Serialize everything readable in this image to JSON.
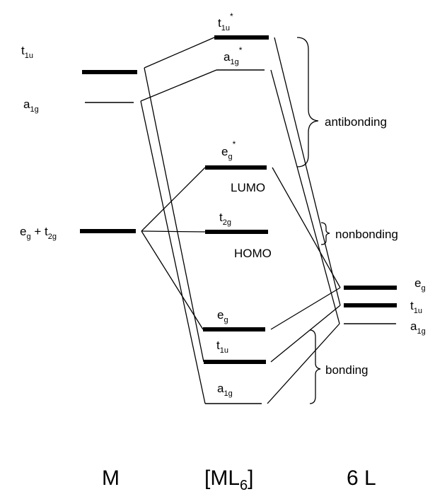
{
  "columns": [
    {
      "id": "metal",
      "label": "M"
    },
    {
      "id": "complex",
      "label_main": "[ML",
      "label_sub": "6",
      "label_end": "]"
    },
    {
      "id": "ligands",
      "label": "6 L"
    }
  ],
  "levels": {
    "m_t1u": {
      "main": "t",
      "sub": "1u",
      "sup": ""
    },
    "m_a1g": {
      "main": "a",
      "sub": "1g",
      "sup": ""
    },
    "m_egt2g": {
      "main1": "e",
      "sub1": "g",
      "plus": " + t",
      "sub2": "2g"
    },
    "c_t1u_star": {
      "main": "t",
      "sub": "1u",
      "sup": "*"
    },
    "c_a1g_star": {
      "main": "a",
      "sub": "1g",
      "sup": "*"
    },
    "c_eg_star": {
      "main": "e",
      "sub": "g",
      "sup": "*"
    },
    "c_t2g": {
      "main": "t",
      "sub": "2g",
      "sup": ""
    },
    "c_eg": {
      "main": "e",
      "sub": "g",
      "sup": ""
    },
    "c_t1u": {
      "main": "t",
      "sub": "1u",
      "sup": ""
    },
    "c_a1g": {
      "main": "a",
      "sub": "1g",
      "sup": ""
    },
    "l_eg": {
      "main": "e",
      "sub": "g",
      "sup": ""
    },
    "l_t1u": {
      "main": "t",
      "sub": "1u",
      "sup": ""
    },
    "l_a1g": {
      "main": "a",
      "sub": "1g",
      "sup": ""
    }
  },
  "annotations": {
    "lumo": "LUMO",
    "homo": "HOMO",
    "antibonding": "antibonding",
    "nonbonding": "nonbonding",
    "bonding": "bonding"
  }
}
